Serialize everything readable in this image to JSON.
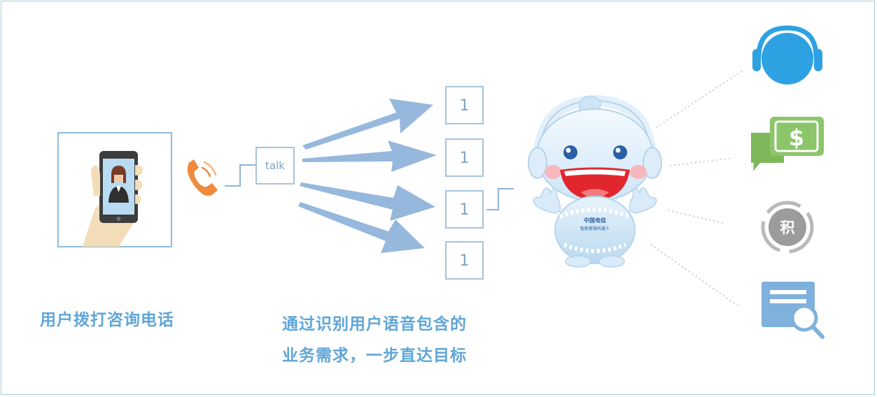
{
  "steps": {
    "user_call_label": "用户拨打咨询电话",
    "speech_label": "talk",
    "recognition_line1": "通过识别用户语音包含的",
    "recognition_line2": "业务需求，一步直达目标"
  },
  "intent_boxes": [
    "1",
    "1",
    "1",
    "1"
  ],
  "robot": {
    "badge_line1": "中国电信",
    "badge_line2": "智能客服机器人"
  },
  "targets": {
    "service_icon": "headset-icon",
    "billing_icon": "dollar-chat-icon",
    "billing_symbol": "$",
    "points_icon": "points-icon",
    "points_symbol": "积",
    "query_icon": "document-search-icon"
  },
  "colors": {
    "caption": "#5fa6d8",
    "arrow": "#8fb3db",
    "box_border": "#a7c3dc",
    "headset": "#2ea1e3",
    "dollar_chat": "#8cc56a",
    "points": "#9c9c9c",
    "document": "#7fb1dc",
    "phone_handset": "#f08a3c"
  }
}
